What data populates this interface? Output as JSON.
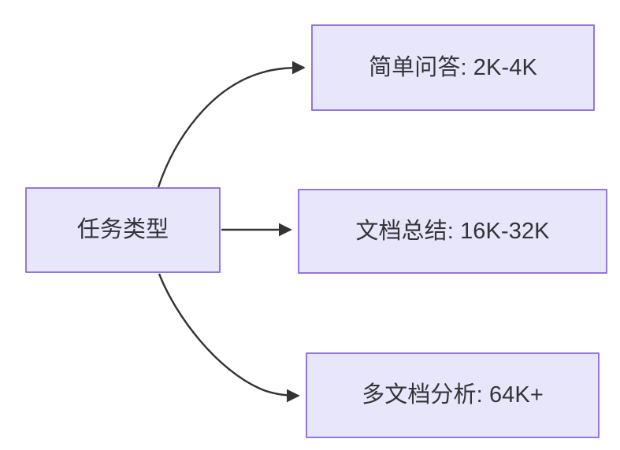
{
  "diagram": {
    "type": "flowchart",
    "direction": "left-to-right",
    "background_color": "#ffffff",
    "node_fill_color": "#e8e6fa",
    "node_border_color": "#9575de",
    "node_text_color": "#333338",
    "edge_color": "#333333",
    "root": {
      "id": "root",
      "label": "任务类型"
    },
    "children": [
      {
        "id": "child-0",
        "label": "简单问答: 2K-4K",
        "task": "简单问答",
        "context_length": "2K-4K",
        "edge_style": "curved-up"
      },
      {
        "id": "child-1",
        "label": "文档总结: 16K-32K",
        "task": "文档总结",
        "context_length": "16K-32K",
        "edge_style": "straight"
      },
      {
        "id": "child-2",
        "label": "多文档分析: 64K+",
        "task": "多文档分析",
        "context_length": "64K+",
        "edge_style": "curved-down"
      }
    ],
    "edges": [
      {
        "from": "root",
        "to": "child-0",
        "arrowhead": "solid-triangle"
      },
      {
        "from": "root",
        "to": "child-1",
        "arrowhead": "solid-triangle"
      },
      {
        "from": "root",
        "to": "child-2",
        "arrowhead": "solid-triangle"
      }
    ]
  }
}
